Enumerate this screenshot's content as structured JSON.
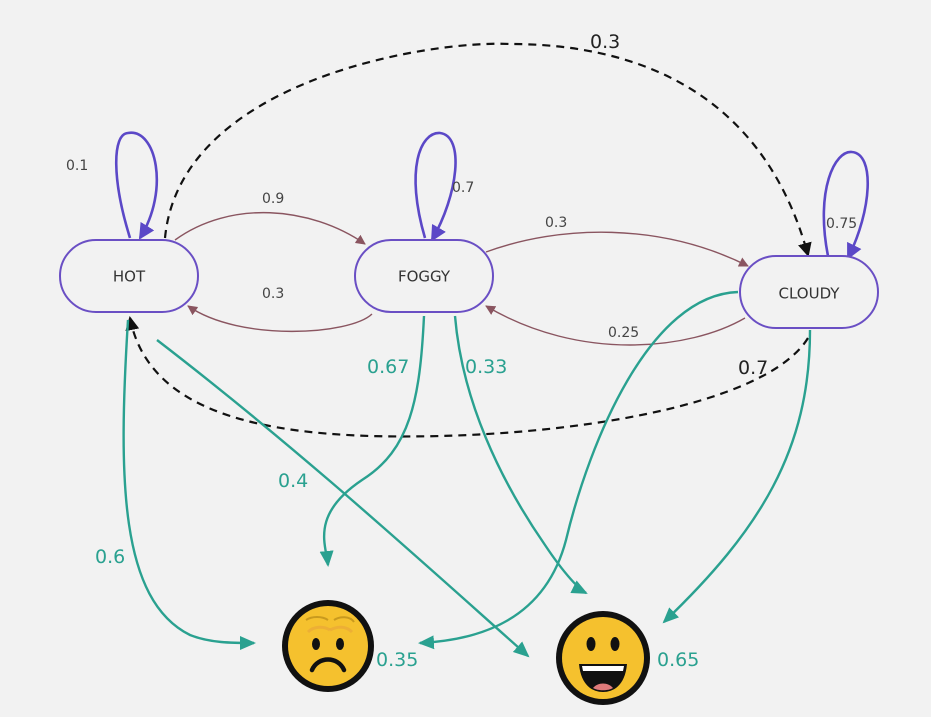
{
  "nodes": {
    "hot": "HOT",
    "foggy": "FOGGY",
    "cloudy": "CLOUDY"
  },
  "transitions": {
    "hot_self": "0.1",
    "hot_to_foggy": "0.9",
    "foggy_to_hot": "0.3",
    "foggy_self": "0.7",
    "foggy_to_cloudy": "0.3",
    "cloudy_to_foggy": "0.25",
    "cloudy_self": "0.75",
    "hot_to_cloudy": "0.3",
    "cloudy_to_hot": "0.7"
  },
  "emissions": {
    "hot_sad": "0.6",
    "hot_happy": "0.4",
    "foggy_sad": "0.67",
    "foggy_happy": "0.33",
    "cloudy_sad": "0.35",
    "cloudy_happy": "0.65"
  },
  "colors": {
    "node_stroke": "#6a4fc4",
    "self_loop": "#5b48c7",
    "transition": "#8a5560",
    "emission": "#2aa190",
    "dashed": "#111111",
    "face": "#f5c12e"
  },
  "icons": {
    "sad": "sad-face-emoji-icon",
    "happy": "happy-face-emoji-icon"
  }
}
